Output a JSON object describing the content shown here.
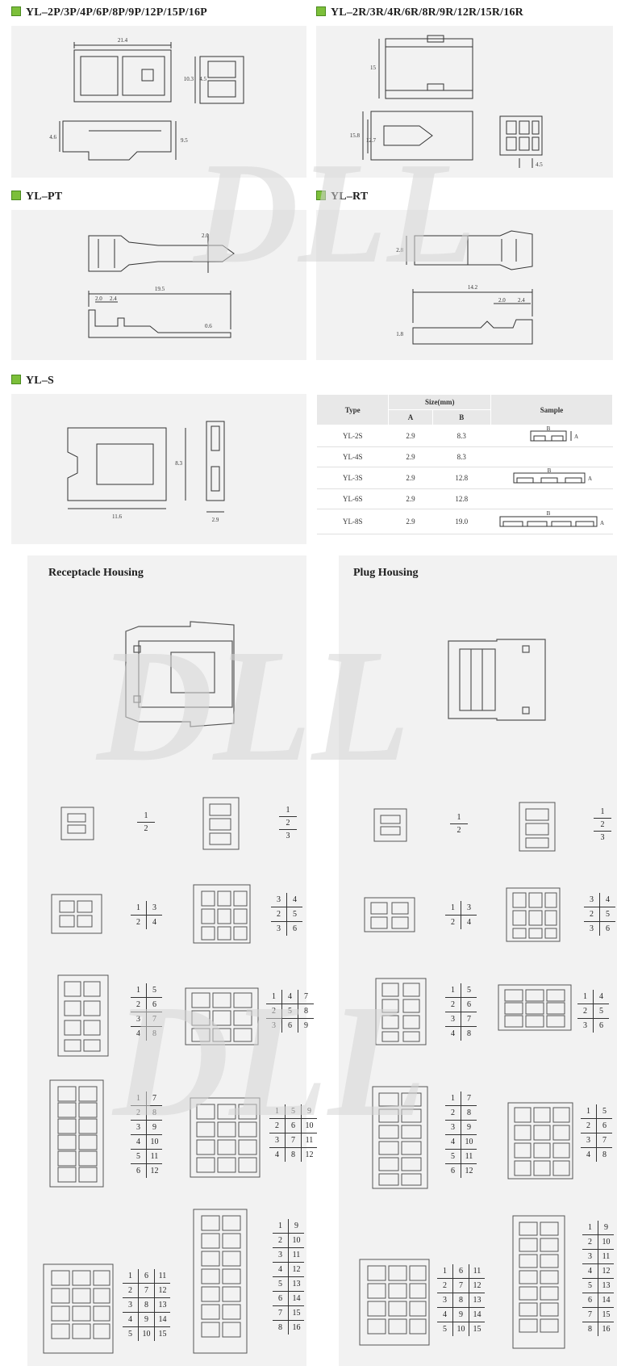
{
  "sections": {
    "yl_2p": {
      "title": "YL–2P/3P/4P/6P/8P/9P/12P/15P/16P",
      "dims": [
        "21.4",
        "10.3",
        "4.5",
        "4.6",
        "9.5"
      ]
    },
    "yl_2r": {
      "title": "YL–2R/3R/4R/6R/8R/9R/12R/15R/16R",
      "dims": [
        "15",
        "15.8",
        "12.7",
        "4.5"
      ]
    },
    "yl_pt": {
      "title": "YL–PT",
      "dims": [
        "2.0",
        "19.5",
        "2.0",
        "2.4",
        "0.6"
      ]
    },
    "yl_rt": {
      "title": "YL–RT",
      "dims": [
        "2.8",
        "14.2",
        "2.0",
        "2.4",
        "1.8"
      ]
    },
    "yl_s": {
      "title": "YL–S",
      "dims": [
        "8.3",
        "11.6",
        "2.9"
      ]
    }
  },
  "size_table": {
    "col_type": "Type",
    "col_size": "Size(mm)",
    "col_a": "A",
    "col_b": "B",
    "col_sample": "Sample",
    "rows": [
      {
        "type": "YL-2S",
        "a": "2.9",
        "b": "8.3"
      },
      {
        "type": "YL-4S",
        "a": "2.9",
        "b": "8.3"
      },
      {
        "type": "YL-3S",
        "a": "2.9",
        "b": "12.8"
      },
      {
        "type": "YL-6S",
        "a": "2.9",
        "b": "12.8"
      },
      {
        "type": "YL-8S",
        "a": "2.9",
        "b": "19.0"
      }
    ],
    "sample_letters": [
      "B",
      "A"
    ]
  },
  "housings": {
    "receptacle_title": "Receptacle Housing",
    "plug_title": "Plug Housing"
  },
  "pinouts": {
    "p2": [
      "1",
      "2"
    ],
    "p3": [
      "1",
      "2",
      "3"
    ],
    "p4": [
      [
        "1",
        "3"
      ],
      [
        "2",
        "4"
      ]
    ],
    "p6": [
      [
        "3",
        "4"
      ],
      [
        "2",
        "5"
      ],
      [
        "3",
        "6"
      ]
    ],
    "p8": [
      [
        "1",
        "5"
      ],
      [
        "2",
        "6"
      ],
      [
        "3",
        "7"
      ],
      [
        "4",
        "8"
      ]
    ],
    "p9": [
      [
        "1",
        "4",
        "7"
      ],
      [
        "2",
        "5",
        "8"
      ],
      [
        "3",
        "6",
        "9"
      ]
    ],
    "p12a": [
      [
        "1",
        "7"
      ],
      [
        "2",
        "8"
      ],
      [
        "3",
        "9"
      ],
      [
        "4",
        "10"
      ],
      [
        "5",
        "11"
      ],
      [
        "6",
        "12"
      ]
    ],
    "p12b": [
      [
        "1",
        "5",
        "9"
      ],
      [
        "2",
        "6",
        "10"
      ],
      [
        "3",
        "7",
        "11"
      ],
      [
        "4",
        "8",
        "12"
      ]
    ],
    "p15": [
      [
        "1",
        "6",
        "11"
      ],
      [
        "2",
        "7",
        "12"
      ],
      [
        "3",
        "8",
        "13"
      ],
      [
        "4",
        "9",
        "14"
      ],
      [
        "5",
        "10",
        "15"
      ]
    ],
    "p16": [
      [
        "1",
        "9"
      ],
      [
        "2",
        "10"
      ],
      [
        "3",
        "11"
      ],
      [
        "4",
        "12"
      ],
      [
        "5",
        "13"
      ],
      [
        "6",
        "14"
      ],
      [
        "7",
        "15"
      ],
      [
        "8",
        "16"
      ]
    ]
  },
  "watermark": "DLL",
  "colors": {
    "accent_square": "#7cbf3a",
    "panel": "#f2f2f2",
    "line": "#333333"
  }
}
